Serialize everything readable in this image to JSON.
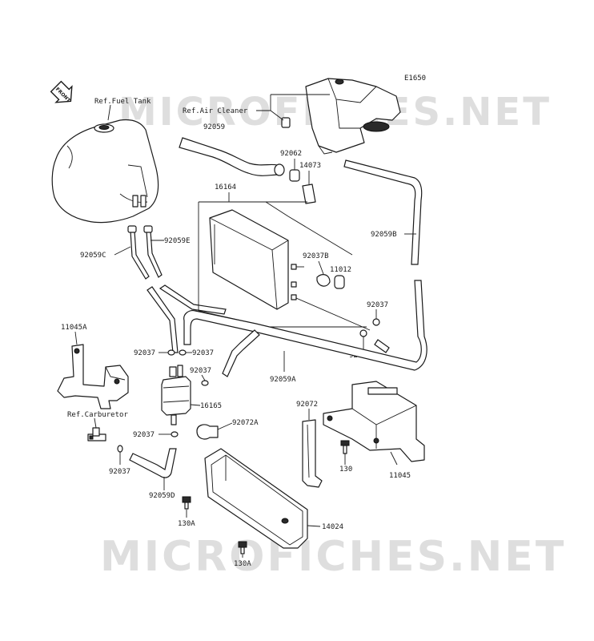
{
  "diagram_code": "E1650",
  "front_badge": "FRONT",
  "watermark_top": "MICROFICHES.NET",
  "watermark_bottom": "MICROFICHES.NET",
  "refs": {
    "fuel_tank": "Ref.Fuel Tank",
    "air_cleaner": "Ref.Air Cleaner",
    "carburetor": "Ref.Carburetor"
  },
  "parts": {
    "p92059": "92059",
    "p92062": "92062",
    "p14073": "14073",
    "p16164": "16164",
    "p92059B": "92059B",
    "p92059C": "92059C",
    "p92059E": "92059E",
    "p92037B": "92037B",
    "p11012": "11012",
    "p92037_right": "92037",
    "p11045A": "11045A",
    "p92037A": "92037A",
    "p92037_l1": "92037",
    "p92037_l2": "92037",
    "p92037_l3": "92037",
    "p92059A": "92059A",
    "p16165": "16165",
    "p92072": "92072",
    "p92072A": "92072A",
    "p92037_l4": "92037",
    "p92037_l5": "92037",
    "p130": "130",
    "p11045": "11045",
    "p92059D": "92059D",
    "p130A_1": "130A",
    "p14024": "14024",
    "p130A_2": "130A"
  }
}
